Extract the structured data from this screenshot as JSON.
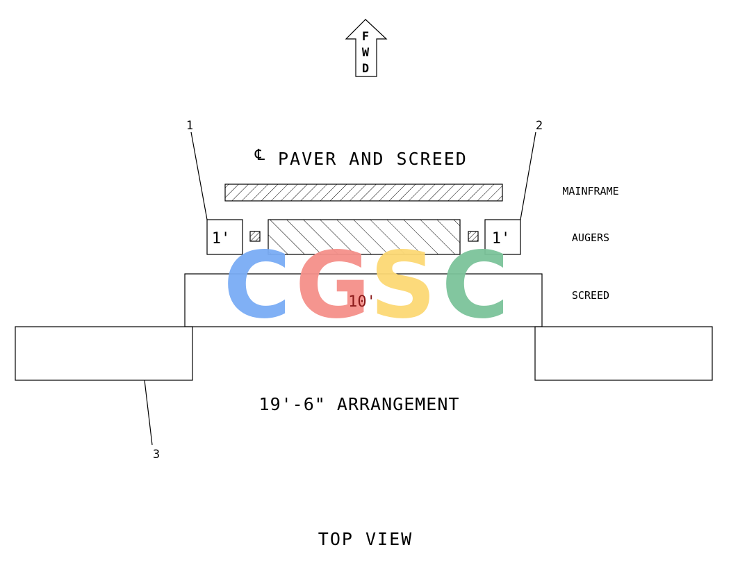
{
  "arrow": {
    "letters": [
      "F",
      "W",
      "D"
    ]
  },
  "centerline": {
    "symbol": "℄",
    "text": "PAVER AND SCREED"
  },
  "callouts": [
    "1",
    "2",
    "3"
  ],
  "augers": {
    "left_width": "1'",
    "right_width": "1'"
  },
  "screed": {
    "width": "10'"
  },
  "row_labels": {
    "mainframe": "MAINFRAME",
    "augers": "AUGERS",
    "screed": "SCREED"
  },
  "arrangement": "19'-6\" ARRANGEMENT",
  "view_title": "TOP VIEW",
  "watermark": {
    "letters": [
      "C",
      "G",
      "S",
      "C"
    ],
    "colors": [
      "#7aacf5",
      "#f5908a",
      "#fcd974",
      "#7cc39a"
    ]
  }
}
